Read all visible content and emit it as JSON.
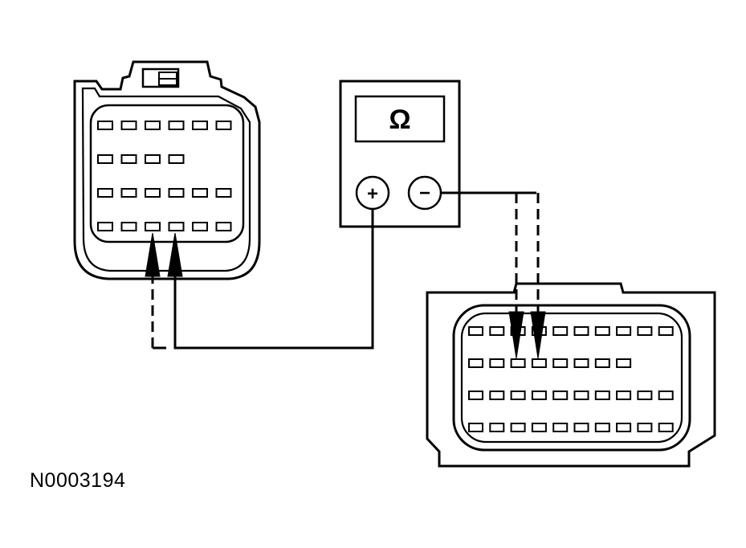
{
  "figure": {
    "id_label": "N0003194"
  },
  "meter": {
    "display_symbol": "Ω",
    "positive_terminal": "+",
    "negative_terminal": "−"
  },
  "left_connector": {
    "pin_rows": [
      6,
      4,
      6,
      6
    ]
  },
  "right_connector": {
    "pin_rows": [
      10,
      8,
      10,
      10
    ]
  },
  "colors": {
    "ink": "#000000",
    "background": "#ffffff"
  }
}
